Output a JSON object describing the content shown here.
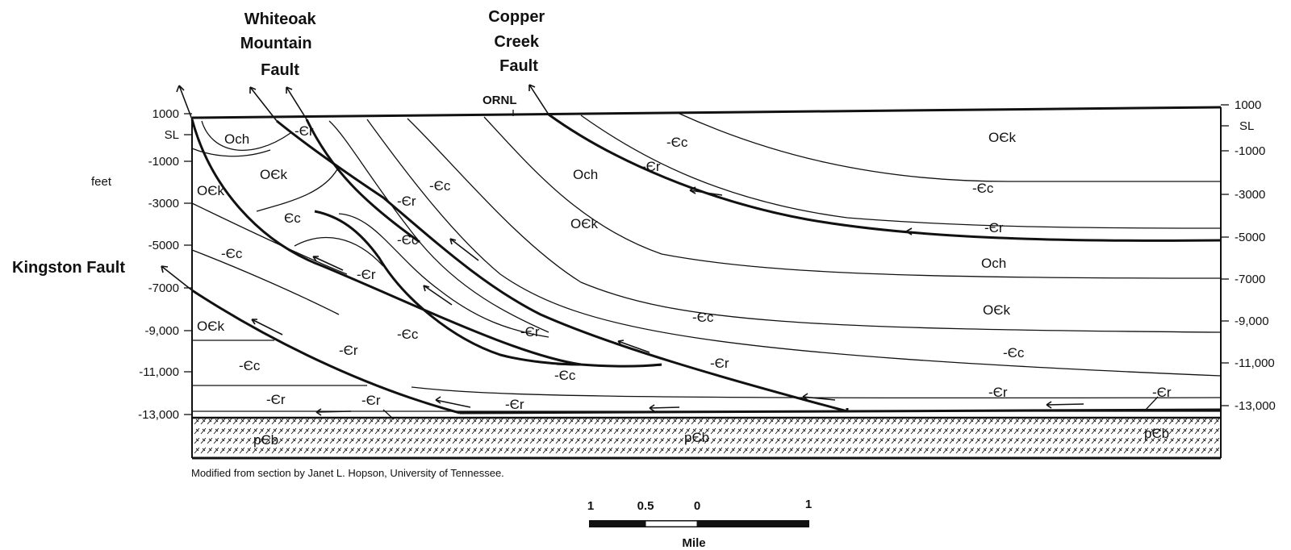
{
  "faults": {
    "whiteoak": [
      "Whiteoak",
      "Mountain",
      "Fault"
    ],
    "copper": [
      "Copper",
      "Creek",
      "Fault"
    ],
    "kingston": "Kingston Fault"
  },
  "ornl": "ORNL",
  "left_axis": {
    "unit": "feet",
    "ticks": [
      "1000",
      "SL",
      "-1000",
      "-3000",
      "-5000",
      "-7000",
      "-9,000",
      "-11,000",
      "-13,000"
    ]
  },
  "right_axis": {
    "ticks": [
      "1000",
      "SL",
      "-1000",
      "-3000",
      "-5000",
      "-7000",
      "-9,000",
      "-11,000",
      "-13,000"
    ]
  },
  "unit_labels": [
    "Och",
    "-Єr",
    "OЄk",
    "OЄk",
    "Єc",
    "-Єc",
    "-Єc",
    "-Єr",
    "-Єc",
    "-Єr",
    "Och",
    "OЄk",
    "-Єc",
    "-Єr",
    "OЄk",
    "-Єc",
    "-Єr",
    "Och",
    "OЄk",
    "-Єc",
    "OЄk",
    "-Єc",
    "-Єr",
    "-Єc",
    "-Єr",
    "-Єc",
    "-Єr",
    "-Єc",
    "-Єr",
    "-Єr",
    "-Єr",
    "-Єr",
    "-Єr",
    "pЄb",
    "pЄb",
    "pЄb"
  ],
  "credit": "Modified from section by Janet L. Hopson, University of Tennessee.",
  "scale_bar": {
    "labels": [
      "1",
      "0.5",
      "0",
      "1"
    ],
    "unit": "Mile"
  }
}
